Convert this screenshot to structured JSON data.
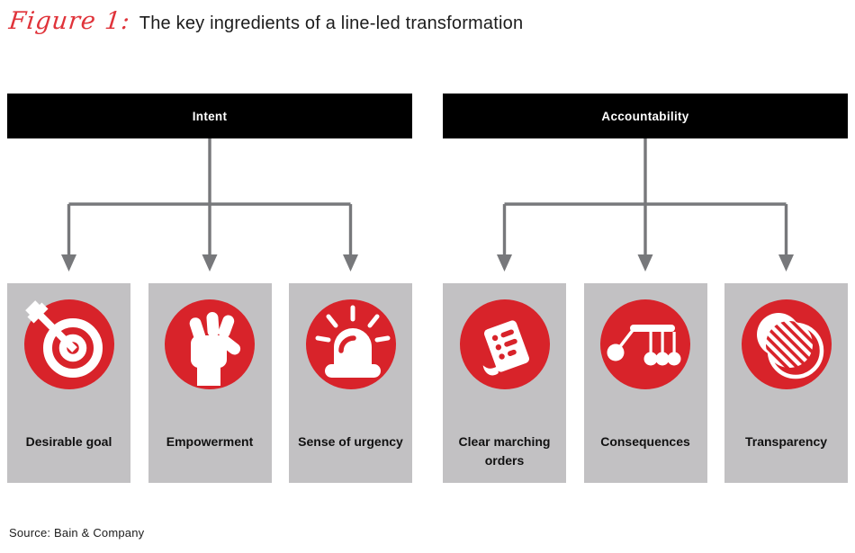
{
  "figure": {
    "label": "Figure 1:",
    "title": "The key ingredients of a line-led transformation"
  },
  "colors": {
    "accent_red": "#d8232a",
    "title_red": "#e0333a",
    "box_gray": "#c2c1c3",
    "line_gray": "#77787b",
    "header_black": "#000000",
    "text_black": "#111111"
  },
  "groups": [
    {
      "header": "Intent",
      "items": [
        {
          "label": "Desirable goal",
          "icon": "target-arrow-icon"
        },
        {
          "label": "Empowerment",
          "icon": "raised-fist-icon"
        },
        {
          "label": "Sense of urgency",
          "icon": "siren-icon"
        }
      ]
    },
    {
      "header": "Accountability",
      "items": [
        {
          "label": "Clear marching orders",
          "icon": "marching-orders-document-icon"
        },
        {
          "label": "Consequences",
          "icon": "newtons-cradle-icon"
        },
        {
          "label": "Transparency",
          "icon": "transparency-circles-icon"
        }
      ]
    }
  ],
  "source": "Source: Bain & Company"
}
